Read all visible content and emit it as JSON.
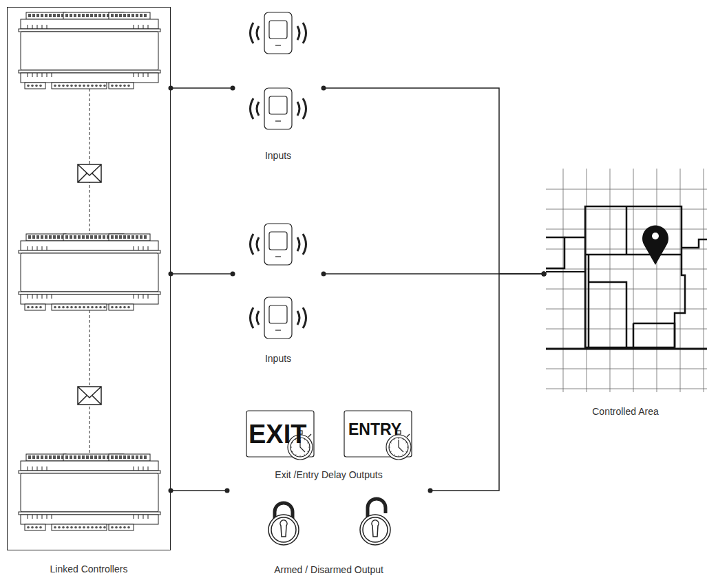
{
  "diagram": {
    "nodes": [
      {
        "text": [
          "Linked Controllers"
        ]
      },
      {
        "text": [
          "Inputs"
        ]
      },
      {
        "text": [
          "Inputs"
        ]
      },
      {
        "text": [
          "Exit /Entry Delay Outputs",
          "Armed / Disarmed Output"
        ]
      },
      {
        "text": [
          "Controlled Area"
        ]
      }
    ],
    "edges": [
      {
        "from": 0,
        "to": 1,
        "arrow": "none"
      },
      {
        "from": 0,
        "to": 2,
        "arrow": "none"
      },
      {
        "from": 0,
        "to": 3,
        "arrow": "none"
      },
      {
        "from": 1,
        "to": 4,
        "arrow": "none"
      },
      {
        "from": 2,
        "to": 4,
        "arrow": "none"
      },
      {
        "from": 3,
        "to": 4,
        "arrow": "none"
      }
    ],
    "labels": [
      "EXIT",
      "ENTRY"
    ]
  }
}
